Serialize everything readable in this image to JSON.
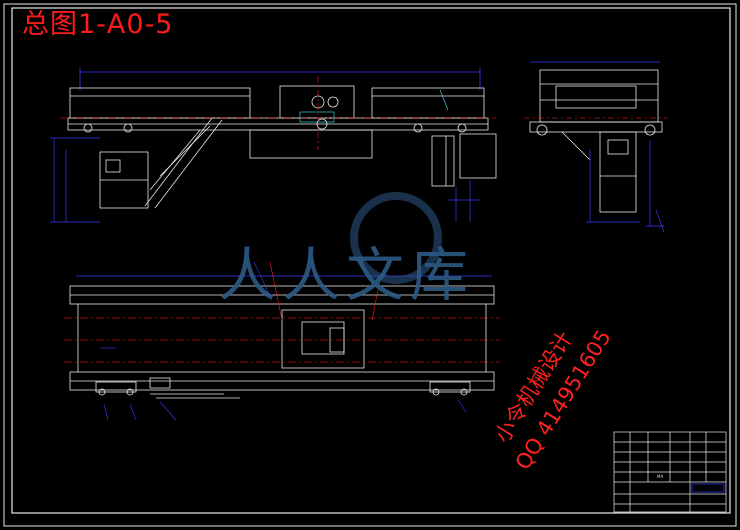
{
  "drawing": {
    "title": "总图1-A0-5",
    "background": "#000000",
    "line_color": "#e8e8e8",
    "dimension_color": "#3a3aff",
    "centerline_color": "#ff2020",
    "accent_cyan": "#39c7d0"
  },
  "watermark": {
    "text": "人人文库",
    "color": "#2d5a86"
  },
  "advert": {
    "line1": "小令机械设计",
    "line2": "QQ 414951605",
    "color": "#ff2020"
  },
  "title_block": {
    "name_cell": "MA"
  }
}
